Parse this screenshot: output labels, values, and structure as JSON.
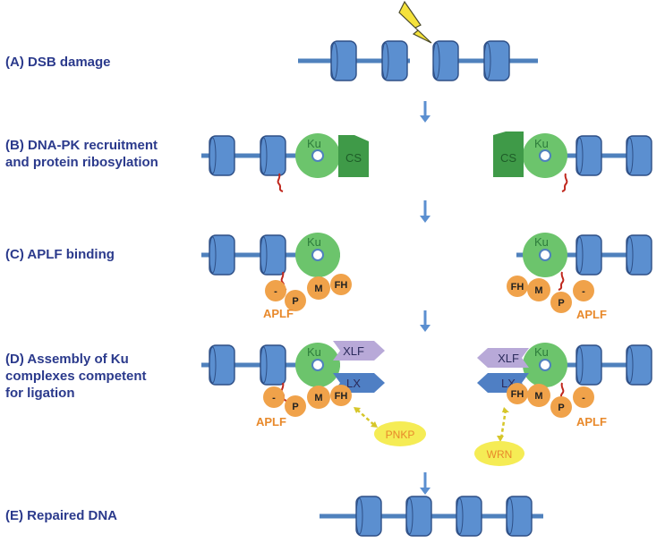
{
  "steps": [
    {
      "label": "(A) DSB damage"
    },
    {
      "label_lines": [
        "(B) DNA-PK recruitment",
        "and protein ribosylation"
      ]
    },
    {
      "label": "(C) APLF binding"
    },
    {
      "label_lines": [
        "(D) Assembly of Ku",
        "complexes competent",
        "for ligation"
      ]
    },
    {
      "label": "(E) Repaired  DNA"
    }
  ],
  "proteins": {
    "ku": "Ku",
    "cs": "CS",
    "aplf": "APLF",
    "aplf_domains": {
      "acidic": "-",
      "p": "P",
      "m": "M",
      "fh": "FH"
    },
    "xlf": "XLF",
    "lx": "LX",
    "pnkp": "PNKP",
    "wrn": "WRN"
  },
  "colors": {
    "label_text": "#2b3a8c",
    "dna_strand": "#4f81bd",
    "nucleosome_fill": "#5b8fd0",
    "ku_fill": "#6cc46c",
    "cs_fill": "#3f9a48",
    "aplf_fill": "#f0a24a",
    "aplf_text": "#e8892b",
    "xlf_fill": "#b8a9d8",
    "lx_fill": "#4f7fc4",
    "partner_fill": "#f5ec55",
    "arrow": "#5b8fd0",
    "lightning": "#f5e23b"
  },
  "icons": {
    "damage": "lightning-bolt-icon",
    "flow": "down-arrow-icon"
  }
}
